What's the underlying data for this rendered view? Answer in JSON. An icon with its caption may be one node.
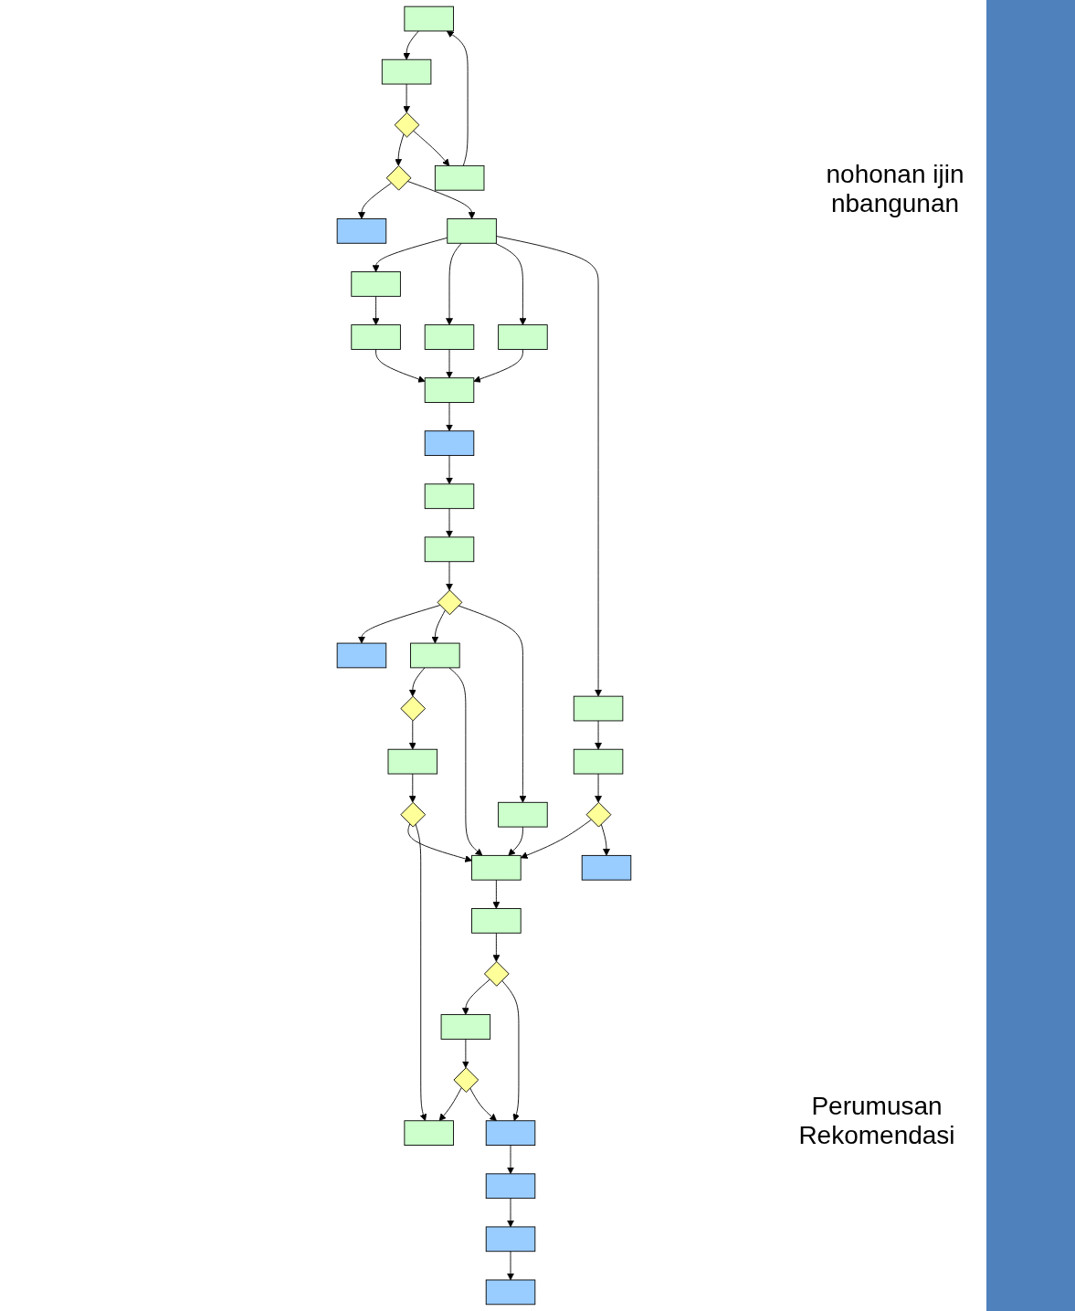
{
  "diagram": {
    "nodes": [
      {
        "text": [],
        "shape": "box"
      },
      {
        "text": [],
        "shape": "box"
      },
      {
        "text": [],
        "shape": "diamond"
      },
      {
        "text": [],
        "shape": "diamond"
      },
      {
        "text": [],
        "shape": "box"
      },
      {
        "text": [],
        "shape": "box"
      },
      {
        "text": [],
        "shape": "box"
      },
      {
        "text": [],
        "shape": "box"
      },
      {
        "text": [],
        "shape": "box"
      },
      {
        "text": [],
        "shape": "box"
      },
      {
        "text": [],
        "shape": "box"
      },
      {
        "text": [],
        "shape": "box"
      },
      {
        "text": [],
        "shape": "box"
      },
      {
        "text": [],
        "shape": "box"
      },
      {
        "text": [],
        "shape": "box"
      },
      {
        "text": [],
        "shape": "box"
      },
      {
        "text": [],
        "shape": "diamond"
      },
      {
        "text": [],
        "shape": "box"
      },
      {
        "text": [],
        "shape": "box"
      },
      {
        "text": [],
        "shape": "box"
      },
      {
        "text": [],
        "shape": "box"
      },
      {
        "text": [],
        "shape": "diamond"
      },
      {
        "text": [],
        "shape": "box"
      },
      {
        "text": [],
        "shape": "diamond"
      },
      {
        "text": [],
        "shape": "box"
      },
      {
        "text": [],
        "shape": "diamond"
      },
      {
        "text": [],
        "shape": "box"
      },
      {
        "text": [],
        "shape": "box"
      },
      {
        "text": [],
        "shape": "diamond"
      },
      {
        "text": [],
        "shape": "box"
      },
      {
        "text": [],
        "shape": "diamond"
      },
      {
        "text": [],
        "shape": "box"
      },
      {
        "text": [],
        "shape": "box"
      },
      {
        "text": [],
        "shape": "box"
      },
      {
        "text": [],
        "shape": "box"
      },
      {
        "text": [],
        "shape": "box"
      },
      {
        "text": [],
        "shape": "bar"
      }
    ],
    "edges": [
      {
        "from": 0,
        "to": 1,
        "arrow": "to"
      },
      {
        "from": 1,
        "to": 2,
        "arrow": "to"
      },
      {
        "from": 2,
        "to": 3,
        "arrow": "to"
      },
      {
        "from": 3,
        "to": 4,
        "arrow": "to"
      },
      {
        "from": 2,
        "to": 5,
        "arrow": "to"
      },
      {
        "from": 5,
        "to": 0,
        "arrow": "to"
      },
      {
        "from": 3,
        "to": 6,
        "arrow": "to"
      },
      {
        "from": 6,
        "to": 7,
        "arrow": "to"
      },
      {
        "from": 7,
        "to": 8,
        "arrow": "to"
      },
      {
        "from": 8,
        "to": 9,
        "arrow": "to"
      },
      {
        "from": 6,
        "to": 11,
        "arrow": "to"
      },
      {
        "from": 6,
        "to": 12,
        "arrow": "to"
      },
      {
        "from": 6,
        "to": 13,
        "arrow": "to"
      },
      {
        "from": 11,
        "to": 9,
        "arrow": "to"
      },
      {
        "from": 12,
        "to": 9,
        "arrow": "to"
      },
      {
        "from": 9,
        "to": 10,
        "arrow": "to"
      },
      {
        "from": 10,
        "to": 14,
        "arrow": "to"
      },
      {
        "from": 14,
        "to": 15,
        "arrow": "to"
      },
      {
        "from": 15,
        "to": 16,
        "arrow": "to"
      },
      {
        "from": 16,
        "to": 17,
        "arrow": "to"
      },
      {
        "from": 16,
        "to": 19,
        "arrow": "to"
      },
      {
        "from": 16,
        "to": 20,
        "arrow": "to"
      },
      {
        "from": 19,
        "to": 21,
        "arrow": "to"
      },
      {
        "from": 21,
        "to": 22,
        "arrow": "to"
      },
      {
        "from": 22,
        "to": 23,
        "arrow": "to"
      },
      {
        "from": 19,
        "to": 24,
        "arrow": "to"
      },
      {
        "from": 20,
        "to": 24,
        "arrow": "to"
      },
      {
        "from": 23,
        "to": 24,
        "arrow": "to"
      },
      {
        "from": 25,
        "to": 24,
        "arrow": "to"
      },
      {
        "from": 13,
        "to": 18,
        "arrow": "to"
      },
      {
        "from": 18,
        "to": 25,
        "arrow": "to"
      },
      {
        "from": 25,
        "to": 27,
        "arrow": "to"
      },
      {
        "from": 24,
        "to": 26,
        "arrow": "to"
      },
      {
        "from": 26,
        "to": 28,
        "arrow": "to"
      },
      {
        "from": 28,
        "to": 29,
        "arrow": "to"
      },
      {
        "from": 29,
        "to": 30,
        "arrow": "to"
      },
      {
        "from": 30,
        "to": 31,
        "arrow": "to"
      },
      {
        "from": 23,
        "to": 31,
        "arrow": "to"
      },
      {
        "from": 30,
        "to": 32,
        "arrow": "to"
      },
      {
        "from": 28,
        "to": 32,
        "arrow": "to"
      },
      {
        "from": 32,
        "to": 33,
        "arrow": "to"
      },
      {
        "from": 33,
        "to": 34,
        "arrow": "to"
      },
      {
        "from": 34,
        "to": 35,
        "arrow": "to"
      }
    ],
    "labels": [
      "nohonan ijin nbangunan",
      "Perumusan Rekomendasi"
    ]
  }
}
